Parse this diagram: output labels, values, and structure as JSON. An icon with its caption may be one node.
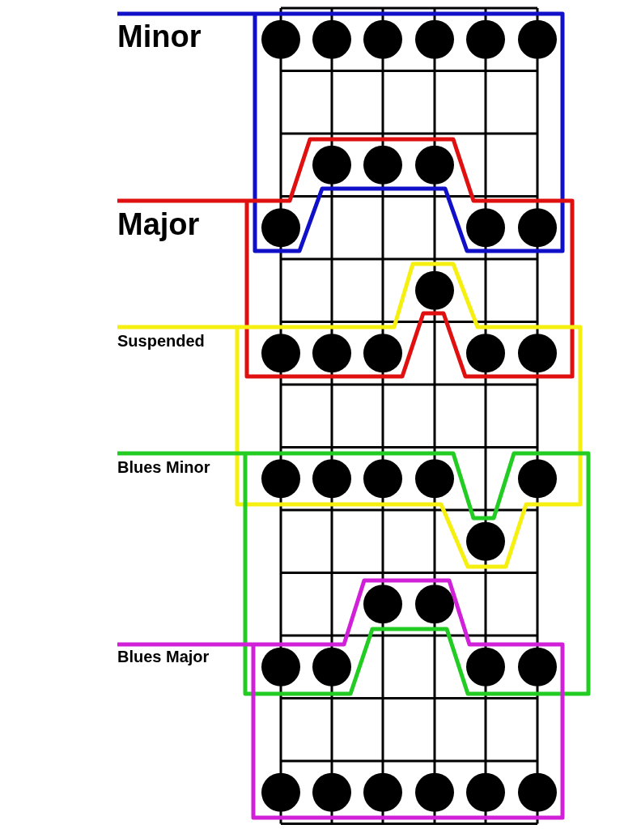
{
  "diagram": {
    "labels": [
      "Minor",
      "Major",
      "Suspended",
      "Blues Minor",
      "Blues Major"
    ]
  }
}
